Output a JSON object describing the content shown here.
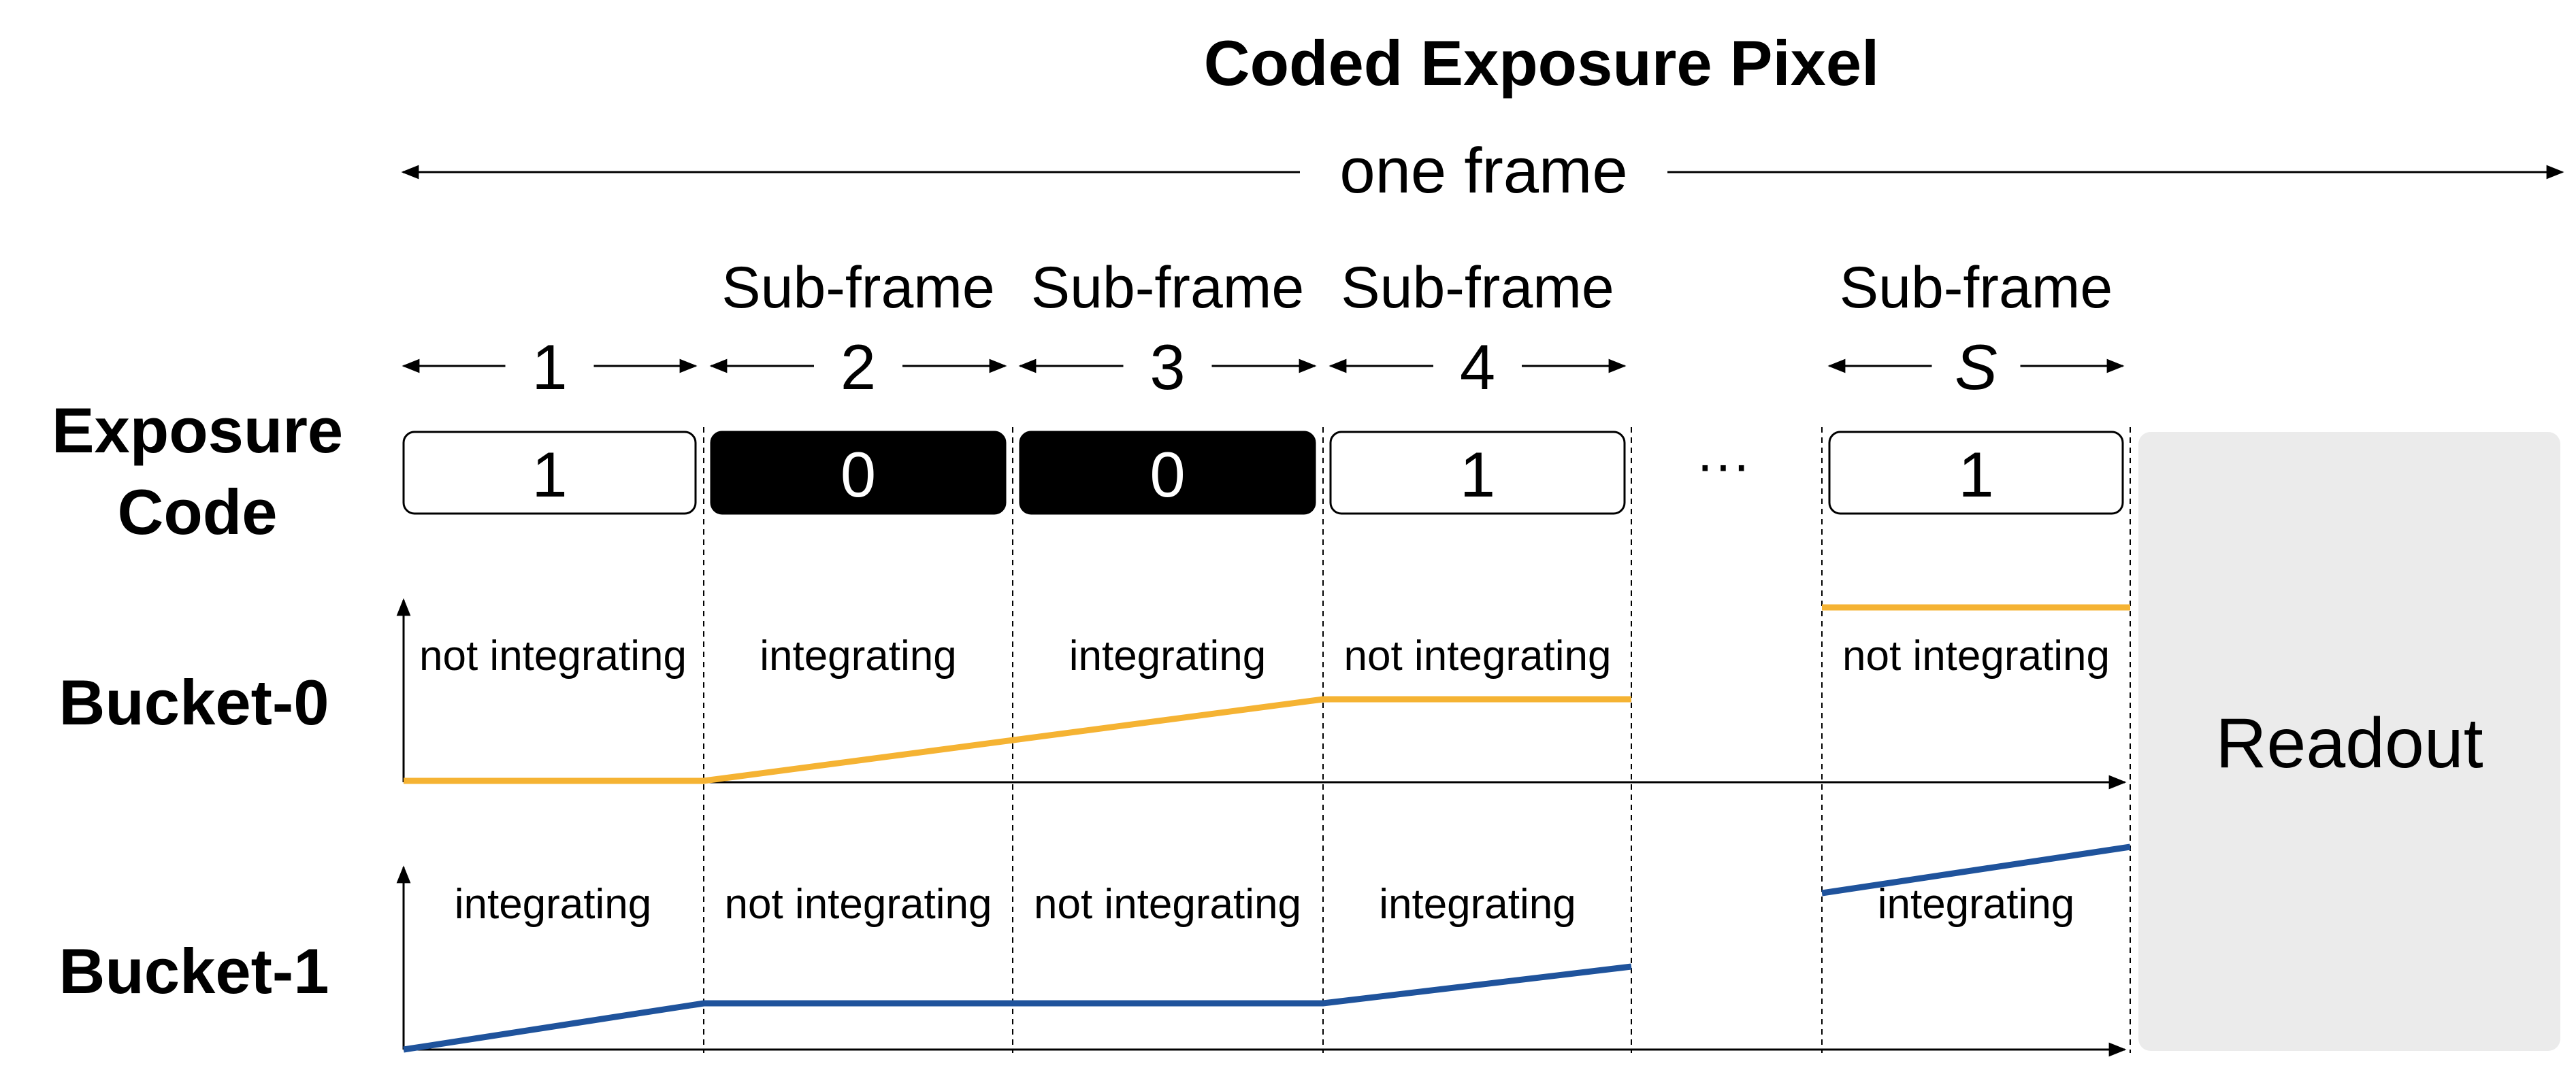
{
  "title": "Coded Exposure Pixel",
  "frame_label": "one frame",
  "subframe_word": "Sub-frame",
  "subframes": [
    {
      "index": "1",
      "show_word": false,
      "italic": false,
      "code": "1",
      "bucket0": "not integrating",
      "bucket1": "integrating"
    },
    {
      "index": "2",
      "show_word": true,
      "italic": false,
      "code": "0",
      "bucket0": "integrating",
      "bucket1": "not integrating"
    },
    {
      "index": "3",
      "show_word": true,
      "italic": false,
      "code": "0",
      "bucket0": "integrating",
      "bucket1": "not integrating"
    },
    {
      "index": "4",
      "show_word": true,
      "italic": false,
      "code": "1",
      "bucket0": "not integrating",
      "bucket1": "integrating"
    },
    {
      "index": "S",
      "show_word": true,
      "italic": true,
      "code": "1",
      "bucket0": "not integrating",
      "bucket1": "integrating"
    }
  ],
  "ellipsis": "···",
  "row_labels": {
    "exposure_line1": "Exposure",
    "exposure_line2": "Code",
    "bucket0": "Bucket-0",
    "bucket1": "Bucket-1"
  },
  "readout_label": "Readout",
  "colors": {
    "bucket0_line": "#F5B333",
    "bucket1_line": "#1F539C",
    "code_zero_fill": "#000000",
    "code_one_fill": "#FFFFFF",
    "readout_fill": "#EBEBEB"
  }
}
